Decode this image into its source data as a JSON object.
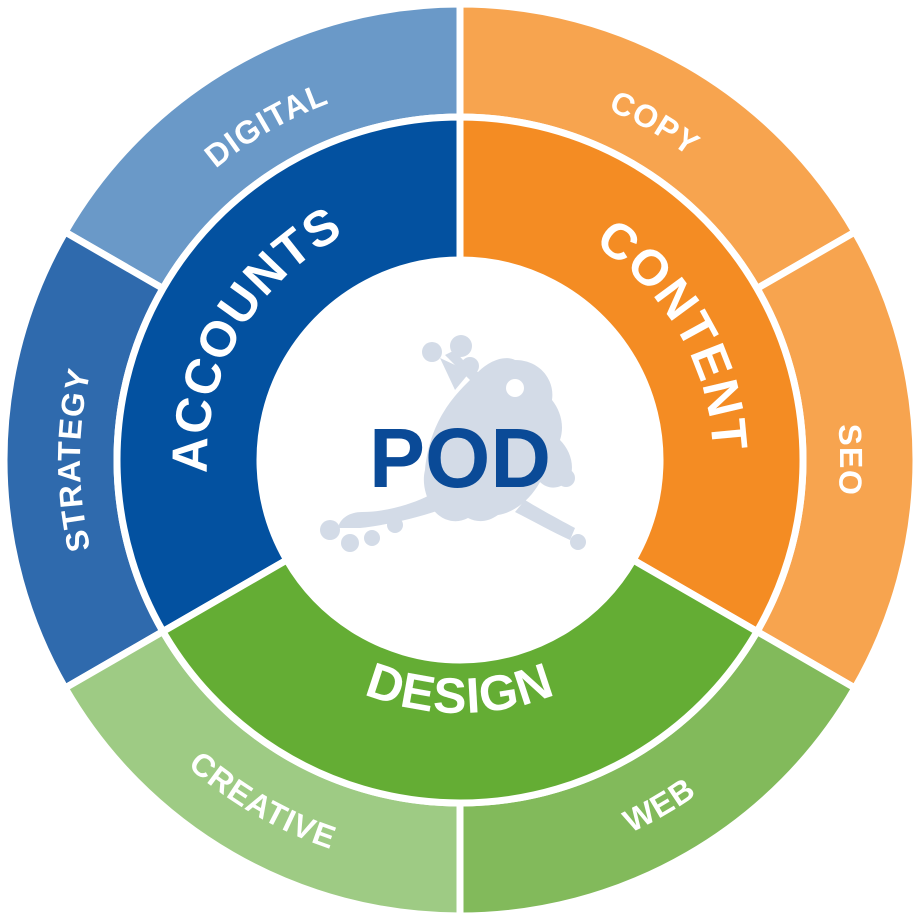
{
  "center": {
    "title": "POD",
    "icon": "frog-icon"
  },
  "inner_ring": [
    {
      "label": "ACCOUNTS",
      "color": "#0351a0"
    },
    {
      "label": "CONTENT",
      "color": "#f48c23"
    },
    {
      "label": "DESIGN",
      "color": "#64ad34"
    }
  ],
  "outer_ring": [
    {
      "label": "DIGITAL",
      "color": "#6a99c8"
    },
    {
      "label": "STRATEGY",
      "color": "#2f6aad"
    },
    {
      "label": "COPY",
      "color": "#f7a44f"
    },
    {
      "label": "SEO",
      "color": "#f7a44f"
    },
    {
      "label": "CREATIVE",
      "color": "#9ecb84"
    },
    {
      "label": "WEB",
      "color": "#82ba5b"
    }
  ],
  "colors": {
    "divider": "#ffffff",
    "frog": "#d3dbe7",
    "title": "#0a4a97"
  }
}
